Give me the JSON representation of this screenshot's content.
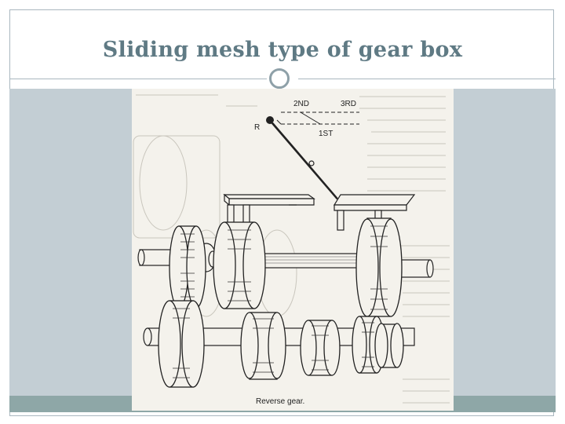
{
  "slide": {
    "title": "Sliding mesh type of gear box"
  },
  "figure": {
    "label_2nd": "2ND",
    "label_3rd": "3RD",
    "label_r": "R",
    "label_1st": "1ST",
    "caption": "Reverse gear."
  },
  "colors": {
    "title": "#5f7a84",
    "content_background": "#c3ced4",
    "footer_bar": "#8ea7a7",
    "frame_line": "#a9b7bf"
  },
  "icons": {
    "ornament": "circle-ornament-icon"
  }
}
